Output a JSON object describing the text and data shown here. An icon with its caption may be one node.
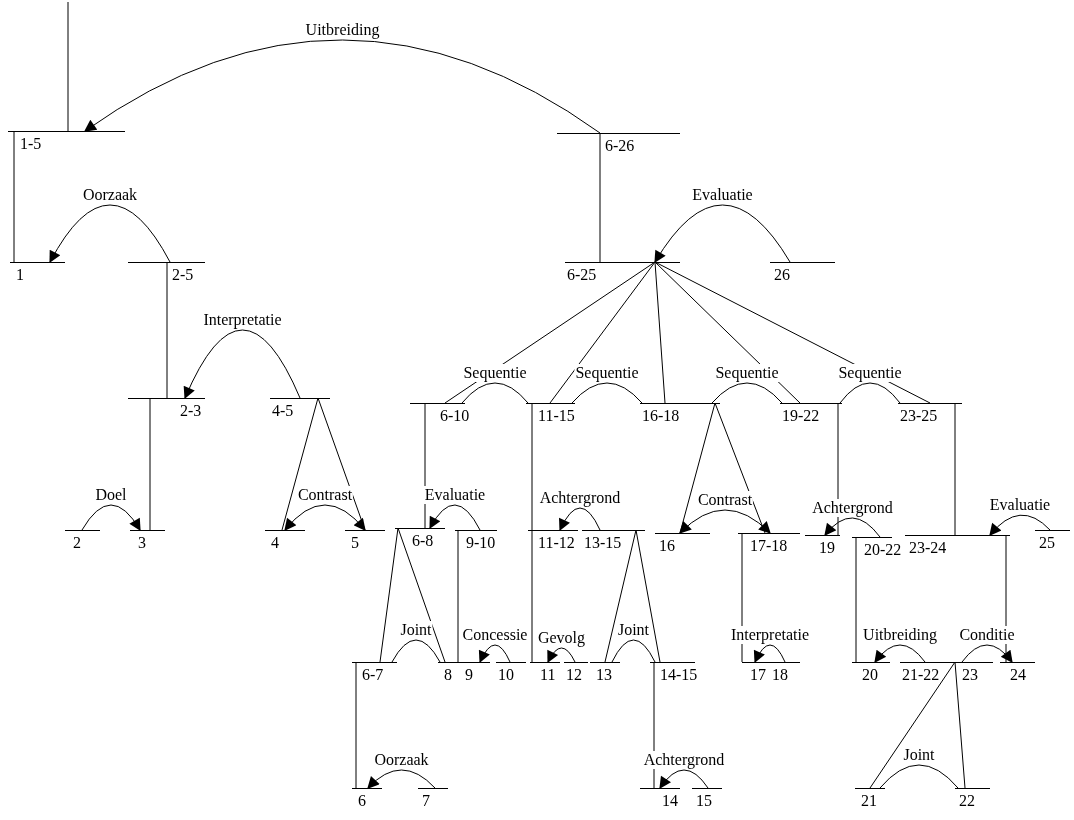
{
  "diagram": {
    "nodes": [
      {
        "text": [
          "1-5"
        ]
      },
      {
        "text": [
          "6-26"
        ]
      },
      {
        "text": [
          "1"
        ]
      },
      {
        "text": [
          "2-5"
        ]
      },
      {
        "text": [
          "6-25"
        ]
      },
      {
        "text": [
          "26"
        ]
      },
      {
        "text": [
          "2-3"
        ]
      },
      {
        "text": [
          "4-5"
        ]
      },
      {
        "text": [
          "6-10"
        ]
      },
      {
        "text": [
          "11-15"
        ]
      },
      {
        "text": [
          "16-18"
        ]
      },
      {
        "text": [
          "19-22"
        ]
      },
      {
        "text": [
          "23-25"
        ]
      },
      {
        "text": [
          "2"
        ]
      },
      {
        "text": [
          "3"
        ]
      },
      {
        "text": [
          "4"
        ]
      },
      {
        "text": [
          "5"
        ]
      },
      {
        "text": [
          "6-8"
        ]
      },
      {
        "text": [
          "9-10"
        ]
      },
      {
        "text": [
          "11-12"
        ]
      },
      {
        "text": [
          "13-15"
        ]
      },
      {
        "text": [
          "16"
        ]
      },
      {
        "text": [
          "17-18"
        ]
      },
      {
        "text": [
          "19"
        ]
      },
      {
        "text": [
          "20-22"
        ]
      },
      {
        "text": [
          "23-24"
        ]
      },
      {
        "text": [
          "25"
        ]
      },
      {
        "text": [
          "6-7"
        ]
      },
      {
        "text": [
          "8"
        ]
      },
      {
        "text": [
          "9"
        ]
      },
      {
        "text": [
          "10"
        ]
      },
      {
        "text": [
          "11"
        ]
      },
      {
        "text": [
          "12"
        ]
      },
      {
        "text": [
          "13"
        ]
      },
      {
        "text": [
          "14-15"
        ]
      },
      {
        "text": [
          "17"
        ]
      },
      {
        "text": [
          "18"
        ]
      },
      {
        "text": [
          "20"
        ]
      },
      {
        "text": [
          "21-22"
        ]
      },
      {
        "text": [
          "23"
        ]
      },
      {
        "text": [
          "24"
        ]
      },
      {
        "text": [
          "6"
        ]
      },
      {
        "text": [
          "7"
        ]
      },
      {
        "text": [
          "14"
        ]
      },
      {
        "text": [
          "15"
        ]
      },
      {
        "text": [
          "21"
        ]
      },
      {
        "text": [
          "22"
        ]
      }
    ],
    "edges": [
      {
        "from": null,
        "to": 0,
        "arrow": "none"
      },
      {
        "from": 1,
        "to": 0,
        "arrow": "to",
        "label": "Uitbreiding"
      },
      {
        "from": 0,
        "to": 2,
        "arrow": "none"
      },
      {
        "from": 3,
        "to": 2,
        "arrow": "to",
        "label": "Oorzaak"
      },
      {
        "from": 1,
        "to": 4,
        "arrow": "none"
      },
      {
        "from": 5,
        "to": 4,
        "arrow": "to",
        "label": "Evaluatie"
      },
      {
        "from": 3,
        "to": 6,
        "arrow": "none"
      },
      {
        "from": 7,
        "to": 6,
        "arrow": "to",
        "label": "Interpretatie"
      },
      {
        "from": 6,
        "to": 14,
        "arrow": "none"
      },
      {
        "from": 13,
        "to": 14,
        "arrow": "to",
        "label": "Doel"
      },
      {
        "from": 7,
        "to": 15,
        "arrow": "none"
      },
      {
        "from": 7,
        "to": 16,
        "arrow": "none"
      },
      {
        "from": 15,
        "to": 16,
        "arrow": "both",
        "label": "Contrast"
      },
      {
        "from": 4,
        "to": 8,
        "arrow": "none"
      },
      {
        "from": 4,
        "to": 9,
        "arrow": "none"
      },
      {
        "from": 4,
        "to": 10,
        "arrow": "none"
      },
      {
        "from": 4,
        "to": 11,
        "arrow": "none"
      },
      {
        "from": 4,
        "to": 12,
        "arrow": "none"
      },
      {
        "from": 8,
        "to": 9,
        "arrow": "none",
        "label": "Sequentie"
      },
      {
        "from": 9,
        "to": 10,
        "arrow": "none",
        "label": "Sequentie"
      },
      {
        "from": 10,
        "to": 11,
        "arrow": "none",
        "label": "Sequentie"
      },
      {
        "from": 11,
        "to": 12,
        "arrow": "none",
        "label": "Sequentie"
      },
      {
        "from": 8,
        "to": 17,
        "arrow": "none"
      },
      {
        "from": 18,
        "to": 17,
        "arrow": "to",
        "label": "Evaluatie"
      },
      {
        "from": 9,
        "to": 19,
        "arrow": "none"
      },
      {
        "from": 20,
        "to": 19,
        "arrow": "to",
        "label": "Achtergrond"
      },
      {
        "from": 10,
        "to": 21,
        "arrow": "none"
      },
      {
        "from": 10,
        "to": 22,
        "arrow": "none"
      },
      {
        "from": 21,
        "to": 22,
        "arrow": "both",
        "label": "Contrast"
      },
      {
        "from": 11,
        "to": 23,
        "arrow": "none"
      },
      {
        "from": 24,
        "to": 23,
        "arrow": "to",
        "label": "Achtergrond"
      },
      {
        "from": 12,
        "to": 25,
        "arrow": "none"
      },
      {
        "from": 26,
        "to": 25,
        "arrow": "to",
        "label": "Evaluatie"
      },
      {
        "from": 17,
        "to": 27,
        "arrow": "none"
      },
      {
        "from": 17,
        "to": 28,
        "arrow": "none"
      },
      {
        "from": 27,
        "to": 28,
        "arrow": "none",
        "label": "Joint"
      },
      {
        "from": 18,
        "to": 29,
        "arrow": "none"
      },
      {
        "from": 30,
        "to": 29,
        "arrow": "to",
        "label": "Concessie"
      },
      {
        "from": 19,
        "to": 31,
        "arrow": "none"
      },
      {
        "from": 32,
        "to": 31,
        "arrow": "to",
        "label": "Gevolg"
      },
      {
        "from": 20,
        "to": 33,
        "arrow": "none"
      },
      {
        "from": 20,
        "to": 34,
        "arrow": "none"
      },
      {
        "from": 33,
        "to": 34,
        "arrow": "none",
        "label": "Joint"
      },
      {
        "from": 22,
        "to": 35,
        "arrow": "none"
      },
      {
        "from": 36,
        "to": 35,
        "arrow": "to",
        "label": "Interpretatie"
      },
      {
        "from": 24,
        "to": 37,
        "arrow": "none"
      },
      {
        "from": 38,
        "to": 37,
        "arrow": "to",
        "label": "Uitbreiding"
      },
      {
        "from": 25,
        "to": 40,
        "arrow": "none"
      },
      {
        "from": 39,
        "to": 40,
        "arrow": "to",
        "label": "Conditie"
      },
      {
        "from": 27,
        "to": 41,
        "arrow": "none"
      },
      {
        "from": 42,
        "to": 41,
        "arrow": "to",
        "label": "Oorzaak"
      },
      {
        "from": 34,
        "to": 43,
        "arrow": "none"
      },
      {
        "from": 44,
        "to": 43,
        "arrow": "to",
        "label": "Achtergrond"
      },
      {
        "from": 38,
        "to": 45,
        "arrow": "none"
      },
      {
        "from": 38,
        "to": 46,
        "arrow": "none"
      },
      {
        "from": 45,
        "to": 46,
        "arrow": "none",
        "label": "Joint"
      }
    ]
  }
}
